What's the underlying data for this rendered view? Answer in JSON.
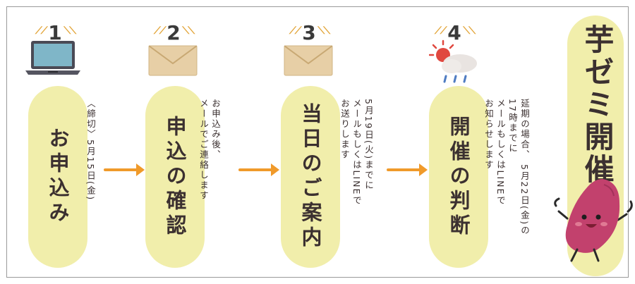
{
  "steps": [
    {
      "number": "1",
      "label": "お申込み",
      "note": [
        "〈締切〉5月15日(金)"
      ]
    },
    {
      "number": "2",
      "label": "申込の確認",
      "note": [
        "お申込み後、",
        "メールでご連絡します"
      ]
    },
    {
      "number": "3",
      "label": "当日のご案内",
      "note": [
        "5月19日(火)までに",
        "メールもしくはLINEで",
        "お送りします"
      ]
    },
    {
      "number": "4",
      "label": "開催の判断",
      "note": [
        "延期の場合、 5月22日(金)の",
        "17時までに",
        "メールもしくはLINEで",
        "お知らせします"
      ]
    }
  ],
  "title": "芋ゼミ開催",
  "icons": [
    "laptop-icon",
    "envelope-icon",
    "envelope-icon",
    "weather-icon"
  ],
  "colors": {
    "pill": "#f1eeab",
    "arrow": "#f09a2a",
    "accent": "#e2a437",
    "mascot": "#c2416d"
  }
}
